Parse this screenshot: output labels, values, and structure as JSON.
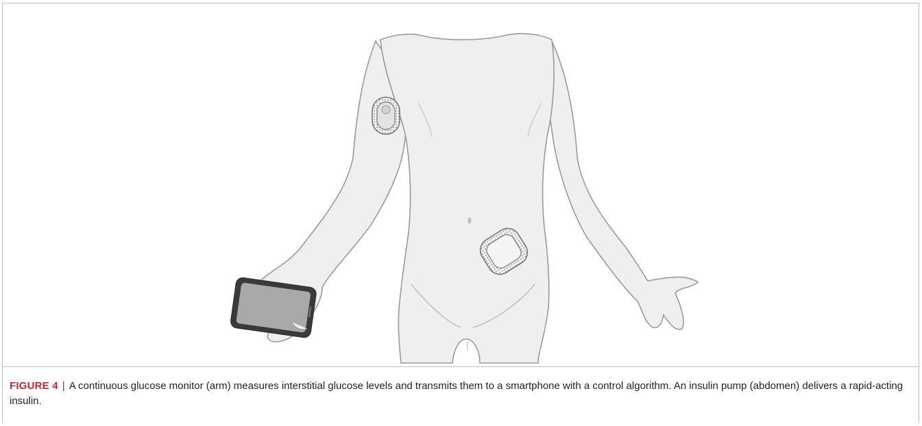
{
  "figure": {
    "label": "FIGURE 4",
    "separator": "|",
    "caption_text": "A continuous glucose monitor (arm) measures interstitial glucose levels and transmits them to a smartphone with a control algorithm. An insulin pump (abdomen) delivers a rapid-acting insulin."
  },
  "colors": {
    "skin_fill": "#efefef",
    "outline": "#9a9a9a",
    "device_fill": "#e6e6e6",
    "phone_body": "#3a3a3a",
    "phone_screen": "#a9a9a9",
    "accent_label": "#c1272d"
  },
  "illustration": {
    "icons": [
      "body-figure",
      "cgm-sensor-icon",
      "insulin-pump-icon",
      "smartphone-icon"
    ]
  }
}
